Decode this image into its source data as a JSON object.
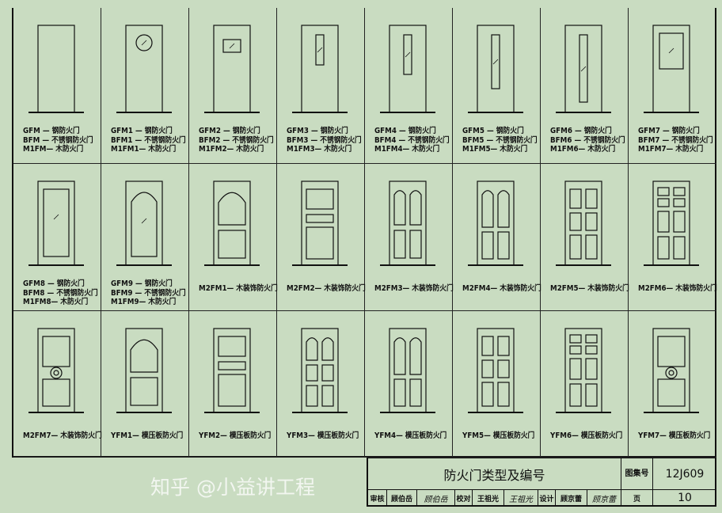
{
  "rows": [
    [
      {
        "style": "plain",
        "labels": [
          "GFM  — 钢防火门",
          "BFM  — 不锈钢防火门",
          "M1FM— 木防火门"
        ]
      },
      {
        "style": "circle-window",
        "labels": [
          "GFM1 — 钢防火门",
          "BFM1 — 不锈钢防火门",
          "M1FM1— 木防火门"
        ]
      },
      {
        "style": "square-window",
        "labels": [
          "GFM2 — 钢防火门",
          "BFM2 — 不锈钢防火门",
          "M1FM2— 木防火门"
        ]
      },
      {
        "style": "slot-short",
        "labels": [
          "GFM3 — 钢防火门",
          "BFM3 — 不锈钢防火门",
          "M1FM3— 木防火门"
        ]
      },
      {
        "style": "slot-medium",
        "labels": [
          "GFM4 — 钢防火门",
          "BFM4 — 不锈钢防火门",
          "M1FM4— 木防火门"
        ]
      },
      {
        "style": "slot-long",
        "labels": [
          "GFM5 — 钢防火门",
          "BFM5 — 不锈钢防火门",
          "M1FM5— 木防火门"
        ]
      },
      {
        "style": "slot-full",
        "labels": [
          "GFM6 — 钢防火门",
          "BFM6 — 不锈钢防火门",
          "M1FM6— 木防火门"
        ]
      },
      {
        "style": "large-window",
        "labels": [
          "GFM7 — 钢防火门",
          "BFM7 — 不锈钢防火门",
          "M1FM7— 木防火门"
        ]
      }
    ],
    [
      {
        "style": "tall-window",
        "labels": [
          "GFM8  — 钢防火门",
          "BFM8  — 不锈钢防火门",
          "M1FM8— 木防火门"
        ]
      },
      {
        "style": "arched-window",
        "labels": [
          "GFM9  — 钢防火门",
          "BFM9  — 不锈钢防火门",
          "M1FM9— 木防火门"
        ]
      },
      {
        "style": "two-panel-arch",
        "labels": [
          "M2FM1— 木装饰防火门"
        ]
      },
      {
        "style": "three-panel",
        "labels": [
          "M2FM2— 木装饰防火门"
        ]
      },
      {
        "style": "four-panel-arch",
        "labels": [
          "M2FM3— 木装饰防火门"
        ]
      },
      {
        "style": "four-panel-round",
        "labels": [
          "M2FM4— 木装饰防火门"
        ]
      },
      {
        "style": "six-panel",
        "labels": [
          "M2FM5— 木装饰防火门"
        ]
      },
      {
        "style": "eight-panel",
        "labels": [
          "M2FM6— 木装饰防火门"
        ]
      }
    ],
    [
      {
        "style": "medallion",
        "labels": [
          "M2FM7— 木装饰防火门"
        ]
      },
      {
        "style": "two-panel-arch",
        "labels": [
          "YFM1— 模压板防火门"
        ]
      },
      {
        "style": "three-panel",
        "labels": [
          "YFM2— 模压板防火门"
        ]
      },
      {
        "style": "six-panel-arch",
        "labels": [
          "YFM3— 模压板防火门"
        ]
      },
      {
        "style": "four-panel-round",
        "labels": [
          "YFM4— 模压板防火门"
        ]
      },
      {
        "style": "six-panel",
        "labels": [
          "YFM5— 模压板防火门"
        ]
      },
      {
        "style": "eight-panel",
        "labels": [
          "YFM6— 模压板防火门"
        ]
      },
      {
        "style": "medallion",
        "labels": [
          "YFM7— 模压板防火门"
        ]
      }
    ]
  ],
  "title_block": {
    "title": "防火门类型及编号",
    "set_label": "图集号",
    "set_number": "12J609",
    "review_label": "审核",
    "reviewer": "顾伯岳",
    "reviewer_sig": "顾伯岳",
    "check_label": "校对",
    "checker": "王祖光",
    "checker_sig": "王祖光",
    "design_label": "设计",
    "designer": "顾京蕾",
    "designer_sig": "顾京蕾",
    "page_label": "页",
    "page": "10"
  },
  "watermark": "知乎 @小益讲工程",
  "colors": {
    "paper": "#c9dcc1",
    "ink": "#111111"
  }
}
